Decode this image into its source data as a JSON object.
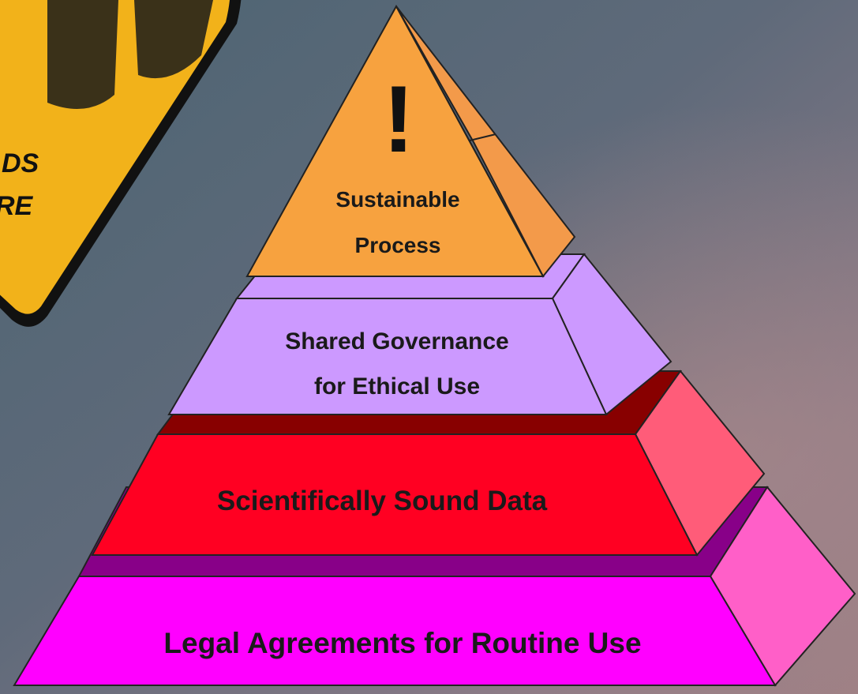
{
  "sign": {
    "partial_line_1": "DS",
    "partial_line_2": "RE"
  },
  "pyramid": {
    "apex_mark": "!",
    "tiers": [
      {
        "lines": [
          "Sustainable",
          "Process"
        ],
        "front_color": "#f7a23f",
        "side_color": "#f39a4a",
        "top_color": "#f4b062"
      },
      {
        "lines": [
          "Shared Governance",
          "for Ethical Use"
        ],
        "front_color": "#cc99ff",
        "side_color": "#cc99ff",
        "top_color": "#cc99ff"
      },
      {
        "lines": [
          "Scientifically  Sound Data"
        ],
        "front_color": "#ff0022",
        "side_color": "#ff5c79",
        "top_color": "#880000"
      },
      {
        "lines": [
          "Legal Agreements for Routine Use"
        ],
        "front_color": "#ff00ff",
        "side_color": "#ff5fc8",
        "top_color": "#880088"
      }
    ]
  }
}
